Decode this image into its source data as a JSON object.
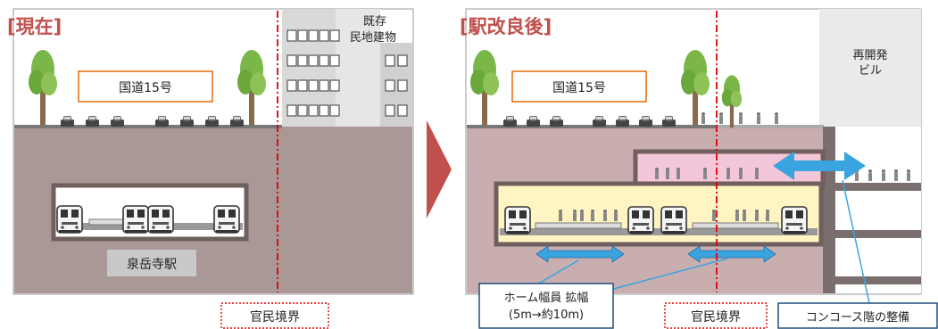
{
  "left_panel": {
    "heading": "[現在]",
    "road_label": "国道15号",
    "existing_building_label": [
      "既存",
      "民地建物"
    ],
    "station_label": "泉岳寺駅",
    "boundary_label": "官民境界"
  },
  "right_panel": {
    "heading": "[駅改良後]",
    "road_label": "国道15号",
    "redevelopment_label": [
      "再開発",
      "ビル"
    ],
    "platform_callout": [
      "ホーム幅員 拡幅",
      "(5m→約10m)"
    ],
    "boundary_label": "官民境界",
    "concourse_callout": "コンコース階の整備"
  },
  "colors": {
    "heading": "#c0504d",
    "ground": "#aa9896",
    "ground_after": "#c9aeb0",
    "platform_fill": "#fff4c2",
    "concourse_fill": "#f4c6d9",
    "road_box_border": "#e36c09",
    "arrow_blue": "#39a4e0",
    "boundary_red": "#e00000",
    "transition_arrow": "#c0504d"
  }
}
